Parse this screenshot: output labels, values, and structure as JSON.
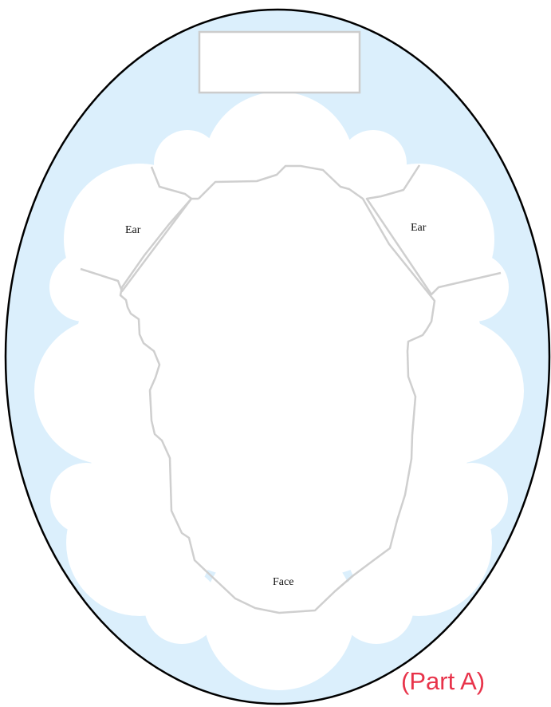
{
  "diagram": {
    "regions": {
      "ear_left": "Ear",
      "ear_right": "Ear",
      "face": "Face"
    },
    "part_label": "(Part A)",
    "title_box_text": ""
  },
  "colors": {
    "oval_fill": "#dbeffc",
    "oval_stroke": "#000000",
    "cloud_fill": "#ffffff",
    "outline_stroke": "#cfcfcf",
    "part_label": "#e8334a"
  }
}
